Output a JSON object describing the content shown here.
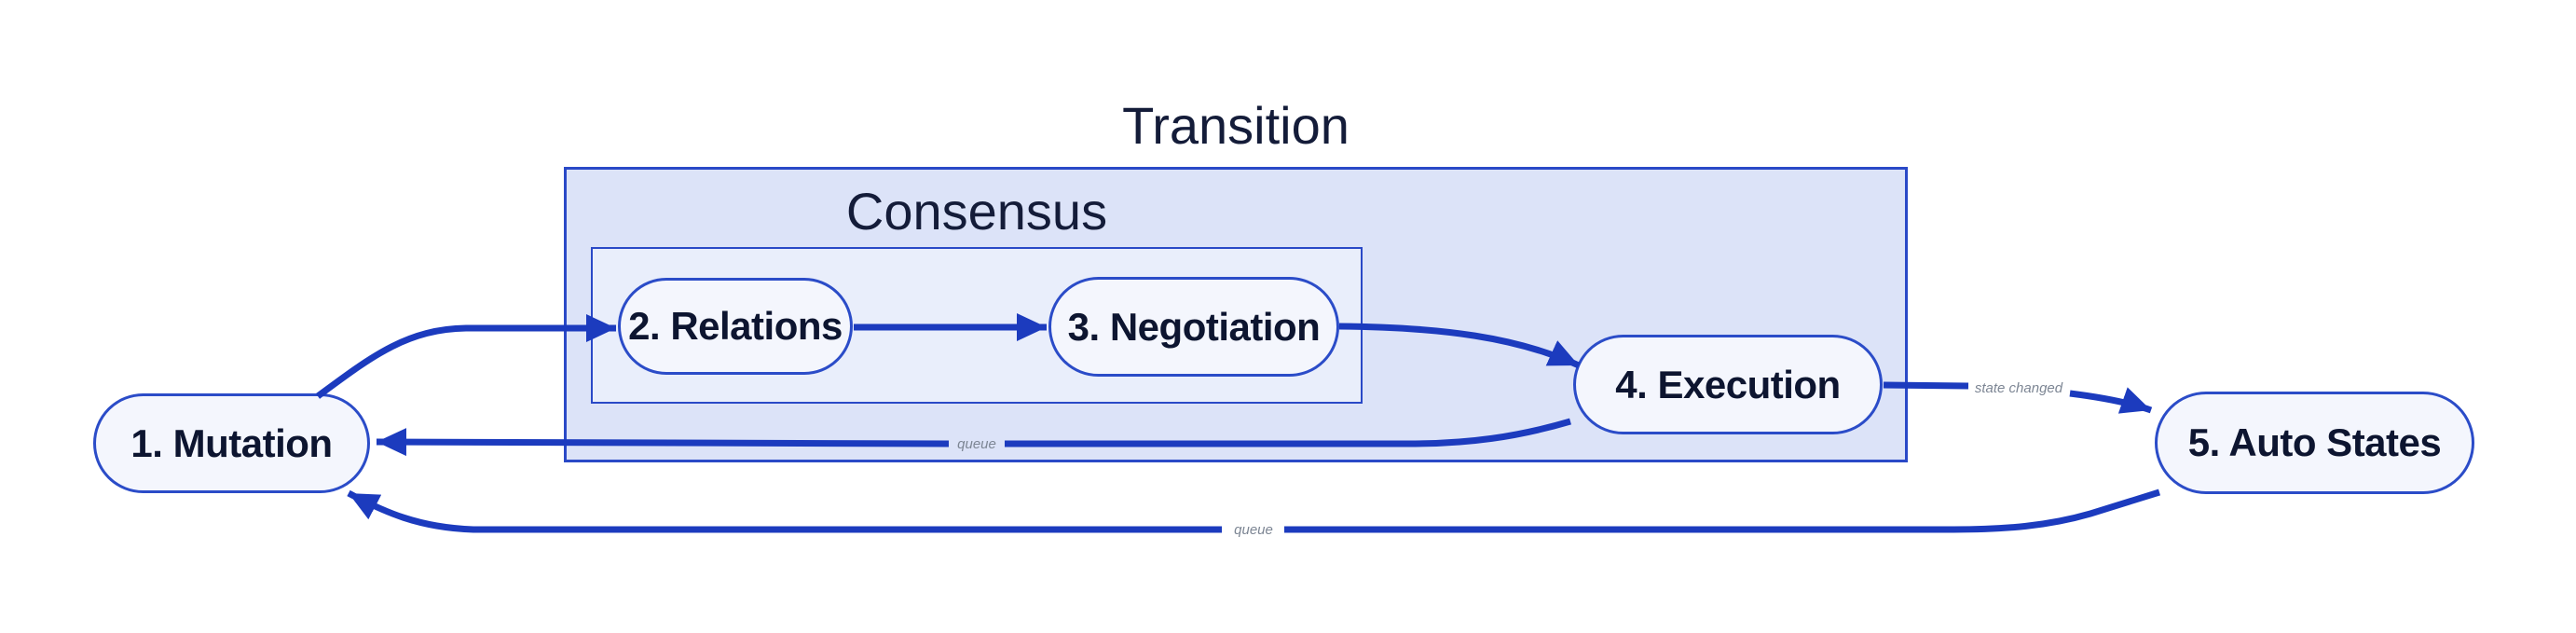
{
  "diagram": {
    "type": "flowchart",
    "outer_group": {
      "title": "Transition"
    },
    "inner_group": {
      "title": "Consensus"
    },
    "nodes": [
      {
        "id": "mutation",
        "label": "1. Mutation"
      },
      {
        "id": "relations",
        "label": "2. Relations"
      },
      {
        "id": "negotiation",
        "label": "3. Negotiation"
      },
      {
        "id": "execution",
        "label": "4. Execution"
      },
      {
        "id": "auto-states",
        "label": "5. Auto States"
      }
    ],
    "edges": [
      {
        "from": "mutation",
        "to": "relations",
        "label": ""
      },
      {
        "from": "relations",
        "to": "negotiation",
        "label": ""
      },
      {
        "from": "negotiation",
        "to": "execution",
        "label": ""
      },
      {
        "from": "execution",
        "to": "auto-states",
        "label": "state changed"
      },
      {
        "from": "execution",
        "to": "mutation",
        "label": "queue"
      },
      {
        "from": "auto-states",
        "to": "mutation",
        "label": "queue"
      }
    ],
    "colors": {
      "edge": "#1c3bbe",
      "node_border": "#2b4cc8",
      "node_fill": "#f4f6fd",
      "node_text": "#0d1530",
      "outer_group_fill": "#dce3f8",
      "inner_group_fill": "#e9eefb",
      "group_border": "#2a49c7",
      "group_title_text": "#141c39",
      "edge_label_text": "#7d8694",
      "background": "#ffffff"
    }
  }
}
